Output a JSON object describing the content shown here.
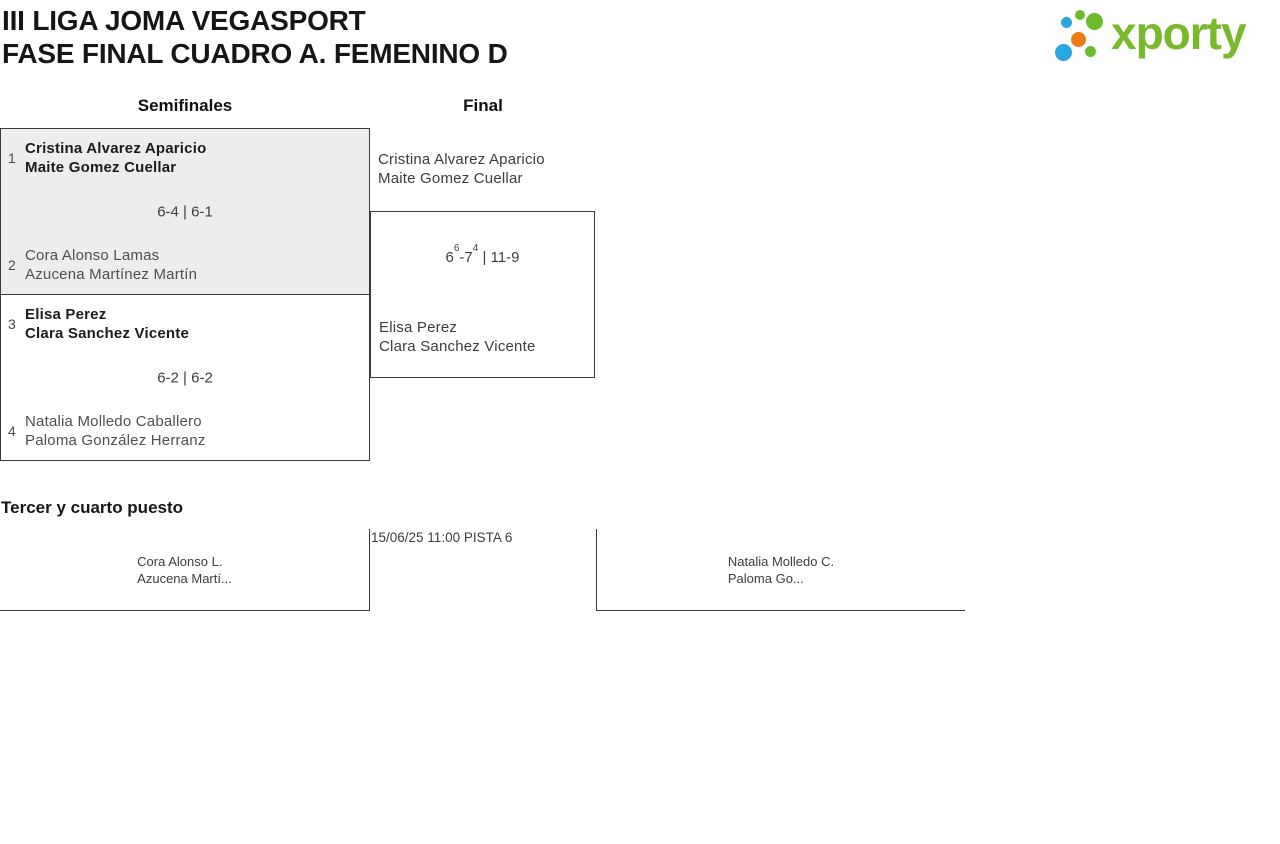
{
  "header": {
    "title_line1": "III LIGA JOMA VEGASPORT",
    "title_line2": "FASE FINAL CUADRO A. FEMENINO D"
  },
  "logo": {
    "text": "xporty",
    "colors": {
      "green": "#6cbb2d",
      "text_green": "#7ab82d",
      "blue": "#29a8e0",
      "orange": "#ec7c11"
    }
  },
  "bracket": {
    "round_labels": {
      "semifinals": "Semifinales",
      "final": "Final"
    },
    "semifinals": [
      {
        "seed_top": "1",
        "team_top": [
          "Cristina Alvarez Aparicio",
          "Maite Gomez Cuellar"
        ],
        "score": "6-4 | 6-1",
        "seed_bottom": "2",
        "team_bottom": [
          "Cora Alonso Lamas",
          "Azucena Martínez Martín"
        ],
        "winner": "top"
      },
      {
        "seed_top": "3",
        "team_top": [
          "Elisa Perez",
          "Clara Sanchez Vicente"
        ],
        "score": "6-2 | 6-2",
        "seed_bottom": "4",
        "team_bottom": [
          "Natalia Molledo Caballero",
          "Paloma González Herranz"
        ],
        "winner": "top"
      }
    ],
    "final": {
      "team_top": [
        "Cristina Alvarez Aparicio",
        "Maite Gomez Cuellar"
      ],
      "score_parts": {
        "g1": "6",
        "s1": "6",
        "g2": "-7",
        "s2": "4",
        "tail": " | 11-9"
      },
      "team_bottom": [
        "Elisa Perez",
        "Clara Sanchez Vicente"
      ]
    }
  },
  "third_place": {
    "heading": "Tercer y cuarto puesto",
    "team_left": [
      "Cora Alonso L.",
      "Azucena Martí..."
    ],
    "schedule": "15/06/25 11:00 PISTA 6",
    "team_right": [
      "Natalia Molledo C.",
      "Paloma Go..."
    ]
  }
}
